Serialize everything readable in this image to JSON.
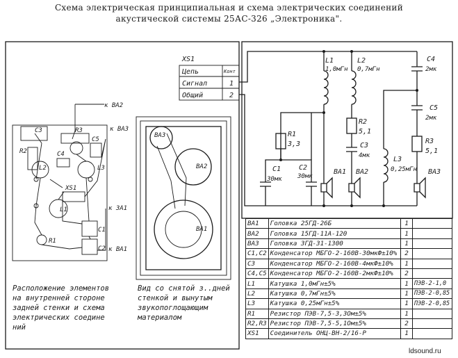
{
  "title": {
    "line1": "Схема электрическая принципиальная и схема электрических соединений",
    "line2": "акустической системы 25АС-326 „Электроника\"."
  },
  "connector": {
    "name": "XS1",
    "header_left": "Цепь",
    "header_right": "Конт",
    "rows": [
      {
        "label": "Сигнал",
        "pin": "1"
      },
      {
        "label": "Общий",
        "pin": "2"
      }
    ]
  },
  "schematic": {
    "L1": {
      "name": "L1",
      "value": "1,0мГн"
    },
    "L2": {
      "name": "L2",
      "value": "0,7мГн"
    },
    "C4": {
      "name": "C4",
      "value": "2мк"
    },
    "C5": {
      "name": "C5",
      "value": "2мк"
    },
    "R1": {
      "name": "R1",
      "value": "3,3"
    },
    "R2": {
      "name": "R2",
      "value": "5,1"
    },
    "R3": {
      "name": "R3",
      "value": "5,1"
    },
    "C1": {
      "name": "C1",
      "value": "30мк"
    },
    "C2": {
      "name": "C2",
      "value": "30мк"
    },
    "C3": {
      "name": "C3",
      "value": "4мк"
    },
    "L3": {
      "name": "L3",
      "value": "0,25мГн"
    },
    "BA1": "BA1",
    "BA2": "BA2",
    "BA3": "BA3"
  },
  "wiring_view": {
    "labels": [
      "C3",
      "R3",
      "C5",
      "R2",
      "C4",
      "L2",
      "L3",
      "XS1",
      "L1",
      "C1",
      "C2",
      "R1"
    ],
    "wire_tags": [
      "к ВА2",
      "к ВА3",
      "к ЗА1",
      "к ВА1"
    ],
    "caption": "Расположение элементов\nна внутренней стороне\nзадней стенки и схема\nэлектрических соедине\nний"
  },
  "cabinet_view": {
    "speakers": [
      "BA3",
      "BA2",
      "BA1"
    ],
    "caption": "Вид со снятой з..дней\nстенкой и вынутым\nзвукопоглощающим\nматериалом"
  },
  "parts_table": [
    {
      "ref": "BA1",
      "desc": "Головка 25ГД-26Б",
      "qty": "1",
      "note": ""
    },
    {
      "ref": "BA2",
      "desc": "Головка 15ГД-11А-120",
      "qty": "1",
      "note": ""
    },
    {
      "ref": "BA3",
      "desc": "Головка 3ГД-31-1300",
      "qty": "1",
      "note": ""
    },
    {
      "ref": "C1,C2",
      "desc": "Конденсатор МБГО-2-160В-30мкФ±10%",
      "qty": "2",
      "note": ""
    },
    {
      "ref": "C3",
      "desc": "Конденсатор МБГО-2-160В-4мкФ±10%",
      "qty": "1",
      "note": ""
    },
    {
      "ref": "C4,C5",
      "desc": "Конденсатор МБГО-2-160В-2мкФ±10%",
      "qty": "2",
      "note": ""
    },
    {
      "ref": "L1",
      "desc": "Катушка 1,0мГн±5%",
      "qty": "1",
      "note": "ПЭВ-2-1,0"
    },
    {
      "ref": "L2",
      "desc": "Катушка 0,7мГн±5%",
      "qty": "1",
      "note": "ПЭВ-2-0,85"
    },
    {
      "ref": "L3",
      "desc": "Катушка 0,25мГн±5%",
      "qty": "1",
      "note": "ПЭВ-2-0,85"
    },
    {
      "ref": "R1",
      "desc": "Резистор ПЭВ-7,5-3,3Ом±5%",
      "qty": "1",
      "note": ""
    },
    {
      "ref": "R2,R3",
      "desc": "Резистор ПЭВ-7,5-5,1Ом±5%",
      "qty": "2",
      "note": ""
    },
    {
      "ref": "XS1",
      "desc": "Соединитель ОНЦ-ВН-2/16-Р",
      "qty": "1",
      "note": ""
    }
  ],
  "watermark": "ldsound.ru"
}
